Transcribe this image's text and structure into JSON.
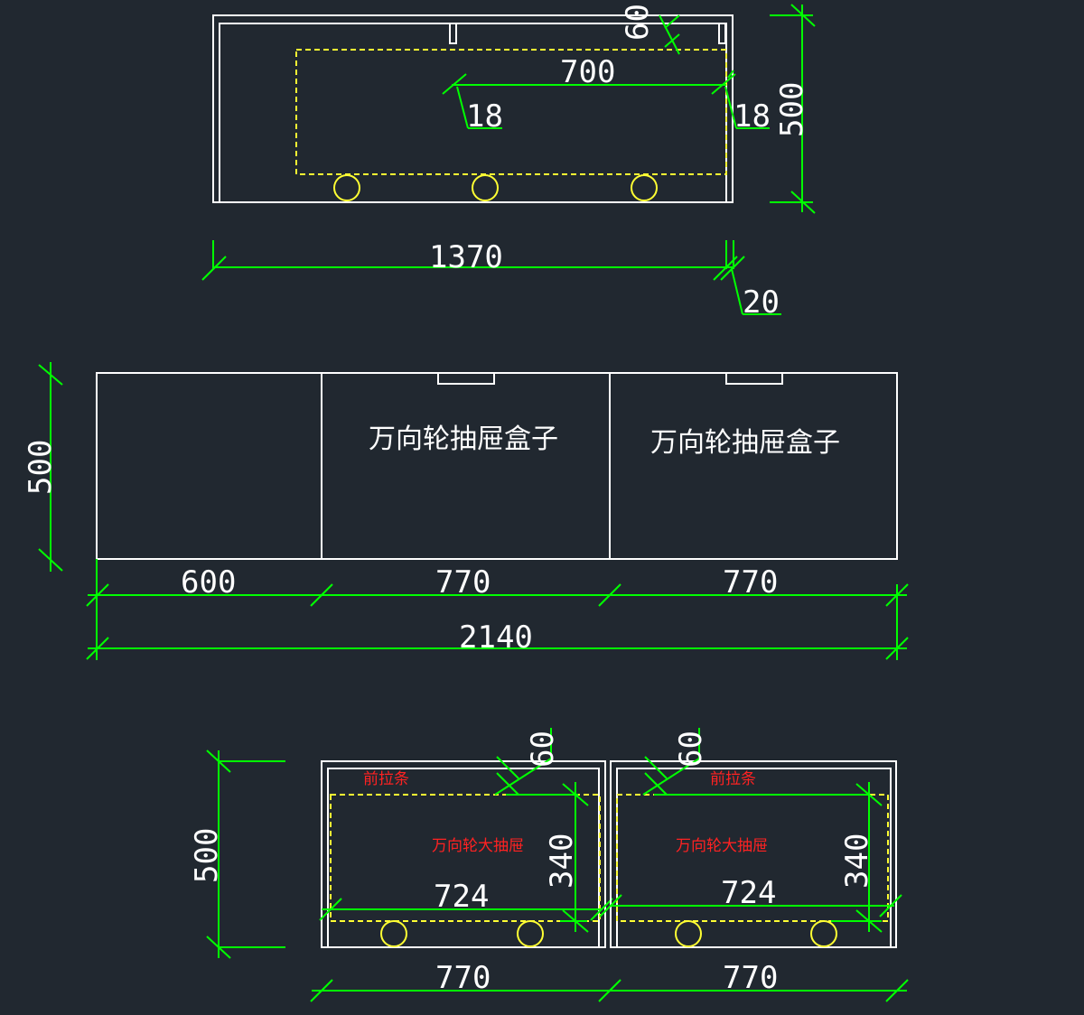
{
  "colors": {
    "background": "#212830",
    "outline": "#ffffff",
    "dimension": "#00ff00",
    "dashed": "#ffff33",
    "annotation": "#ff2222"
  },
  "top_view": {
    "dim_width": "1370",
    "dim_panel": "20",
    "dim_height": "500",
    "dim_inner": "700",
    "dim_gap_left": "18",
    "dim_gap_right": "18",
    "dim_pull": "60"
  },
  "middle_view": {
    "label_box_1": "万向轮抽屉盒子",
    "label_box_2": "万向轮抽屉盒子",
    "dim_height": "500",
    "dim_seg_1": "600",
    "dim_seg_2": "770",
    "dim_seg_3": "770",
    "dim_total": "2140"
  },
  "bottom_view": {
    "dim_height": "500",
    "unit_1": {
      "label_front": "前拉条",
      "label_drawer": "万向轮大抽屉",
      "dim_pull": "60",
      "dim_inner_width": "724",
      "dim_inner_height": "340",
      "dim_width": "770"
    },
    "unit_2": {
      "label_front": "前拉条",
      "label_drawer": "万向轮大抽屉",
      "dim_pull": "60",
      "dim_inner_width": "724",
      "dim_inner_height": "340",
      "dim_width": "770"
    }
  }
}
